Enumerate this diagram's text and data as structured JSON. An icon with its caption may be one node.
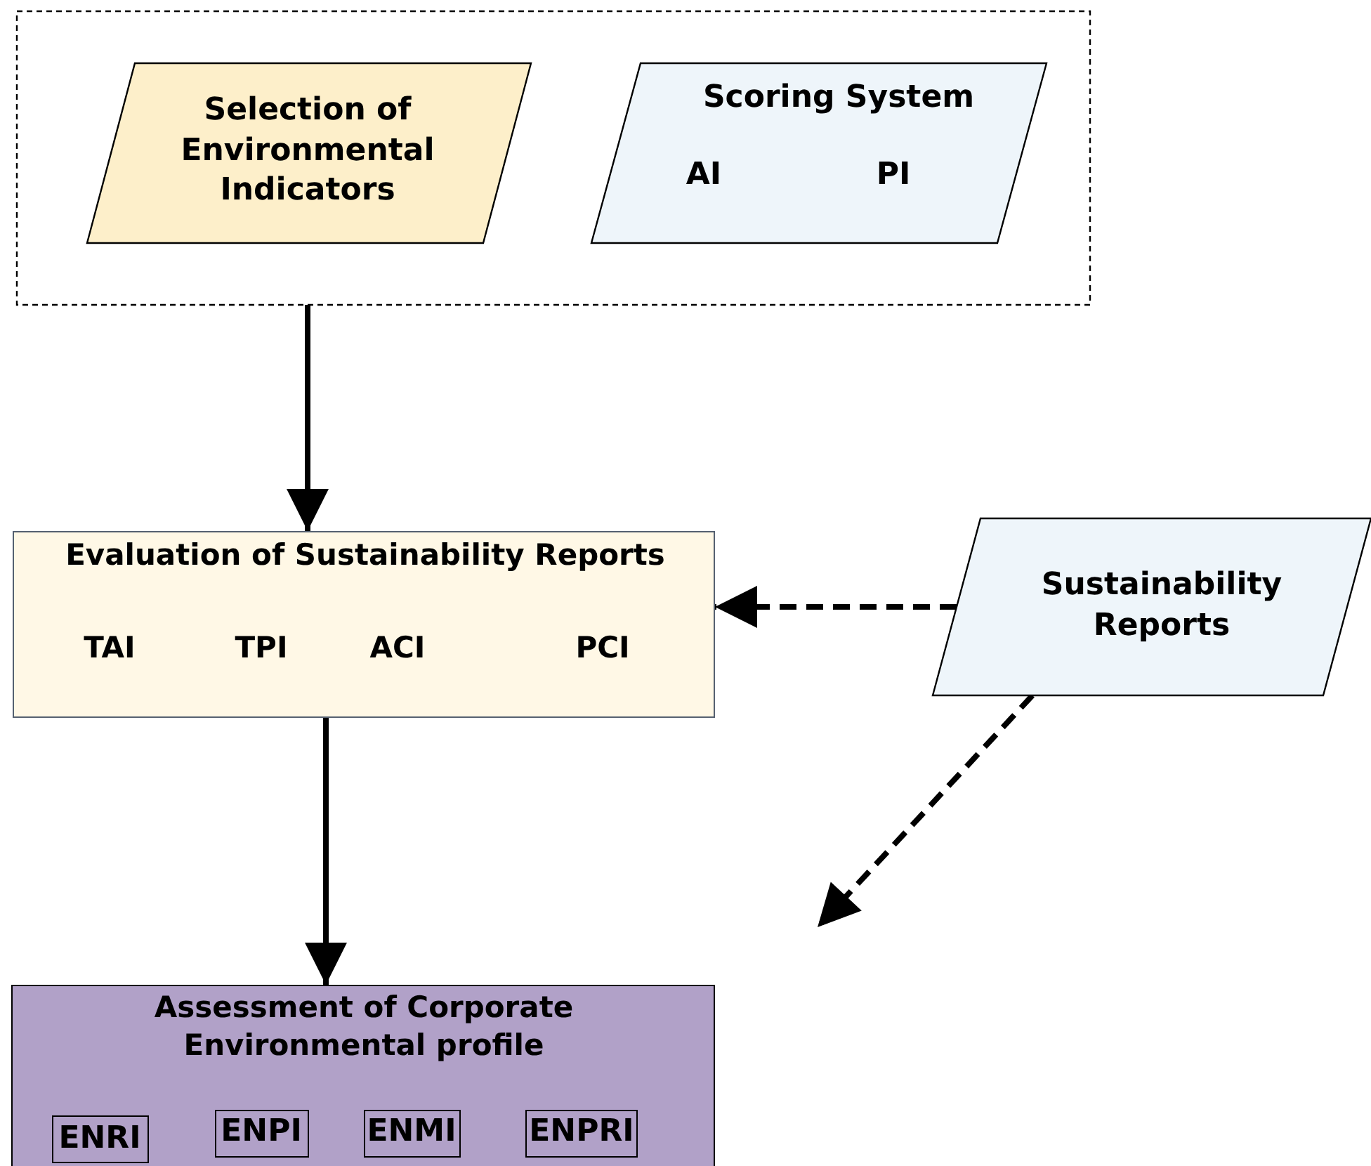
{
  "diagram": {
    "nodes": [
      {
        "text": [],
        "shape": "box"
      },
      {
        "text": [
          "Selection of Environmental Indicators"
        ],
        "in": 0
      },
      {
        "text": [
          "Scoring System",
          "AI",
          "PI"
        ],
        "in": 0
      },
      {
        "text": [
          "Evaluation of Sustainability Reports",
          "TAI",
          "TPI",
          "ACI",
          "PCI"
        ]
      },
      {
        "text": [
          "Sustainability Reports"
        ]
      },
      {
        "text": [
          "Assessment of Corporate Environmental profile"
        ]
      },
      {
        "text": [
          "ENRI"
        ],
        "in": 5
      },
      {
        "text": [
          "ENPI"
        ],
        "in": 5
      },
      {
        "text": [
          "ENMI"
        ],
        "in": 5
      },
      {
        "text": [
          "ENPRI"
        ],
        "in": 5
      }
    ],
    "edges": [
      {
        "from": 0,
        "to": 3,
        "arrow": "to"
      },
      {
        "from": 4,
        "to": 3,
        "arrow": "to",
        "style": "dashed"
      },
      {
        "from": 3,
        "to": 5,
        "arrow": "to"
      },
      {
        "from": 4,
        "to": null,
        "arrow": "to",
        "style": "dashed"
      }
    ]
  }
}
